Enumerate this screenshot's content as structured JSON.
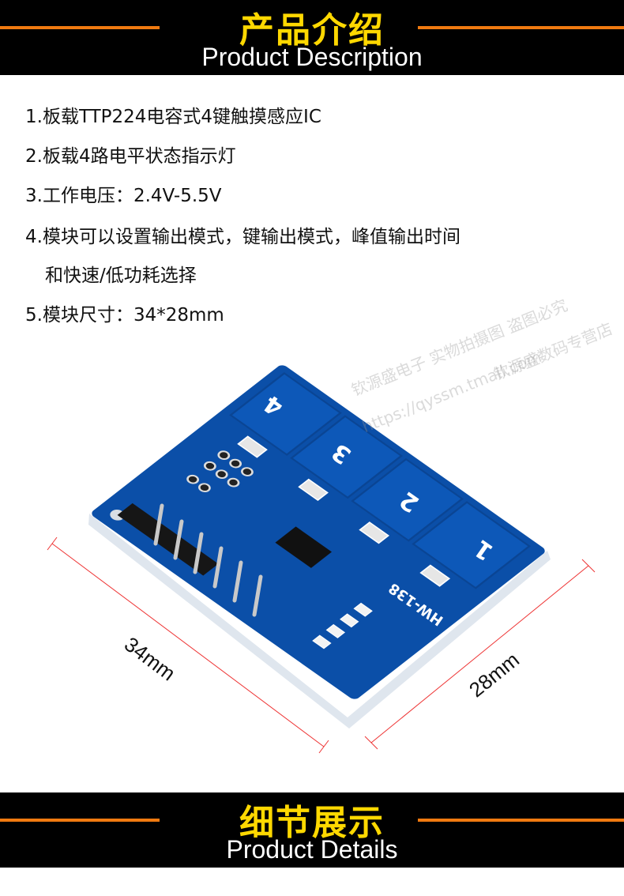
{
  "header": {
    "title_cn": "产品介绍",
    "title_en": "Product Description"
  },
  "features": [
    "1.板载TTP224电容式4键触摸感应IC",
    "2.板载4路电平状态指示灯",
    "3.工作电压：2.4V-5.5V",
    "4.模块可以设置输出模式，键输出模式，峰值输出时间",
    "和快速/低功耗选择",
    "5.模块尺寸：34*28mm"
  ],
  "product_image": {
    "pad_labels": [
      "4",
      "3",
      "2",
      "1"
    ],
    "board_label": "HW-138",
    "dimension_length": "34mm",
    "dimension_width": "28mm",
    "board_color": "#0b4fa8"
  },
  "watermark": [
    "钦源盛电子 实物拍摄图 盗图必究",
    "https://qyssm.tmall.com",
    "钦源盛数码专营店"
  ],
  "footer_band": {
    "title_cn": "细节展示",
    "title_en": "Product Details"
  },
  "colors": {
    "band_bg": "#000000",
    "accent_line": "#f07a10",
    "title_yellow": "#ffd800"
  }
}
